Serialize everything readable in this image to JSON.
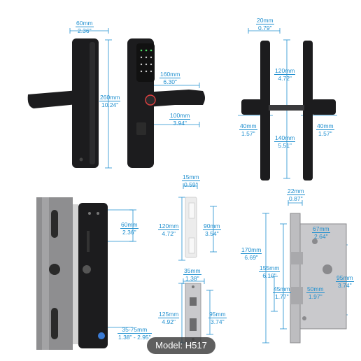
{
  "dimensions": {
    "lock_width": {
      "mm": "60mm",
      "inch": "2.36\""
    },
    "lock_height": {
      "mm": "260mm",
      "inch": "10.24\""
    },
    "handle_length": {
      "mm": "160mm",
      "inch": "6.30\""
    },
    "panel_to_handle": {
      "mm": "100mm",
      "inch": "3.94\""
    },
    "side_thickness": {
      "mm": "20mm",
      "inch": "0.79\""
    },
    "side_upper": {
      "mm": "120mm",
      "inch": "4.72\""
    },
    "side_lower": {
      "mm": "140mm",
      "inch": "5.51\""
    },
    "side_handle_left": {
      "mm": "40mm",
      "inch": "1.57\""
    },
    "side_handle_right": {
      "mm": "40mm",
      "inch": "1.57\""
    },
    "back_width": {
      "mm": "60mm",
      "inch": "2.36\""
    },
    "door_thickness": {
      "mm": "35-75mm",
      "inch": "1.38\" - 2.95\""
    },
    "strike_width": {
      "mm": "15mm",
      "inch": "0.59\""
    },
    "strike_height": {
      "mm": "120mm",
      "inch": "4.72\""
    },
    "strike_inner": {
      "mm": "90mm",
      "inch": "3.54\""
    },
    "plate_width": {
      "mm": "35mm",
      "inch": "1.38\""
    },
    "plate_height": {
      "mm": "125mm",
      "inch": "4.92\""
    },
    "plate_inner": {
      "mm": "95mm",
      "inch": "3.74\""
    },
    "mortise_face": {
      "mm": "22mm",
      "inch": "0.87\""
    },
    "mortise_height": {
      "mm": "170mm",
      "inch": "6.69\""
    },
    "mortise_depth": {
      "mm": "67mm",
      "inch": "2.64\""
    },
    "mortise_body": {
      "mm": "155mm",
      "inch": "6.10\""
    },
    "mortise_right": {
      "mm": "95mm",
      "inch": "3.74\""
    },
    "mortise_lower": {
      "mm": "45mm",
      "inch": "1.77\""
    },
    "backset": {
      "mm": "50mm",
      "inch": "1.97\""
    }
  },
  "model_label": "Model: H517",
  "colors": {
    "dimension": "#1f8fcf",
    "lock_body": "#1c1c1e",
    "door": "#8e8e90",
    "steel": "#c9c9cc"
  }
}
